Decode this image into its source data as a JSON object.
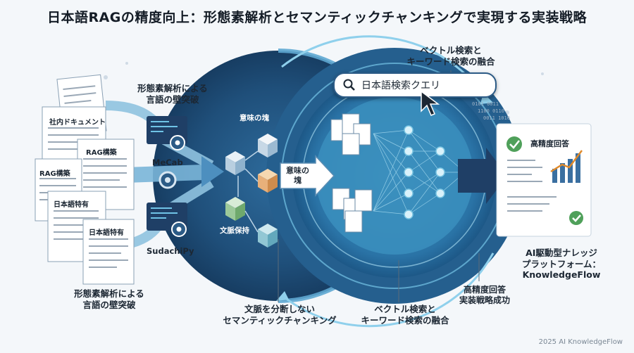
{
  "title": "日本語RAGの精度向上：形態素解析とセマンティックチャンキングで実現する実装戦略",
  "documents": {
    "doc1": "社内ドキュメント",
    "doc2": "RAG構築",
    "doc3": "RAG構築",
    "doc4": "日本語特有",
    "doc5": "日本語特有"
  },
  "morph": {
    "top_label": [
      "形態素解析による",
      "言語の壁突破"
    ],
    "bottom_label": [
      "形態素解析による",
      "言語の壁突破"
    ],
    "tool1": "MeCab",
    "tool2": "SudachiPy"
  },
  "chunking": {
    "label1": "意味の塊",
    "label2": "文脈保持",
    "arrow_label": [
      "意味の",
      "塊"
    ],
    "bottom_label": [
      "文脈を分断しない",
      "セマンティックチャンキング"
    ]
  },
  "hybrid": {
    "top_label": [
      "ベクトル検索と",
      "キーワード検索の融合"
    ],
    "bottom_label": [
      "ベクトル検索と",
      "キーワード検索の融合"
    ],
    "search_query": "日本語検索クエリ"
  },
  "answer": {
    "panel_title": "高精度回答",
    "bottom_label": [
      "高精度回答",
      "実装戦略成功"
    ]
  },
  "platform": {
    "label": [
      "AI駆動型ナレッジ",
      "プラットフォーム：",
      "KnowledgeFlow"
    ]
  },
  "footer": "2025 AI KnowledgeFlow",
  "icons": [
    "search-icon",
    "cursor-icon",
    "gear-icon",
    "checkmark-icon",
    "cube-icon",
    "document-icon"
  ],
  "colors": {
    "navy": "#1f3f66",
    "mid_blue": "#2f6fa3",
    "teal": "#3fa7c4",
    "light_blue": "#9cc9e4",
    "accent_orange": "#e08a2b",
    "accent_green": "#4fa05a"
  }
}
